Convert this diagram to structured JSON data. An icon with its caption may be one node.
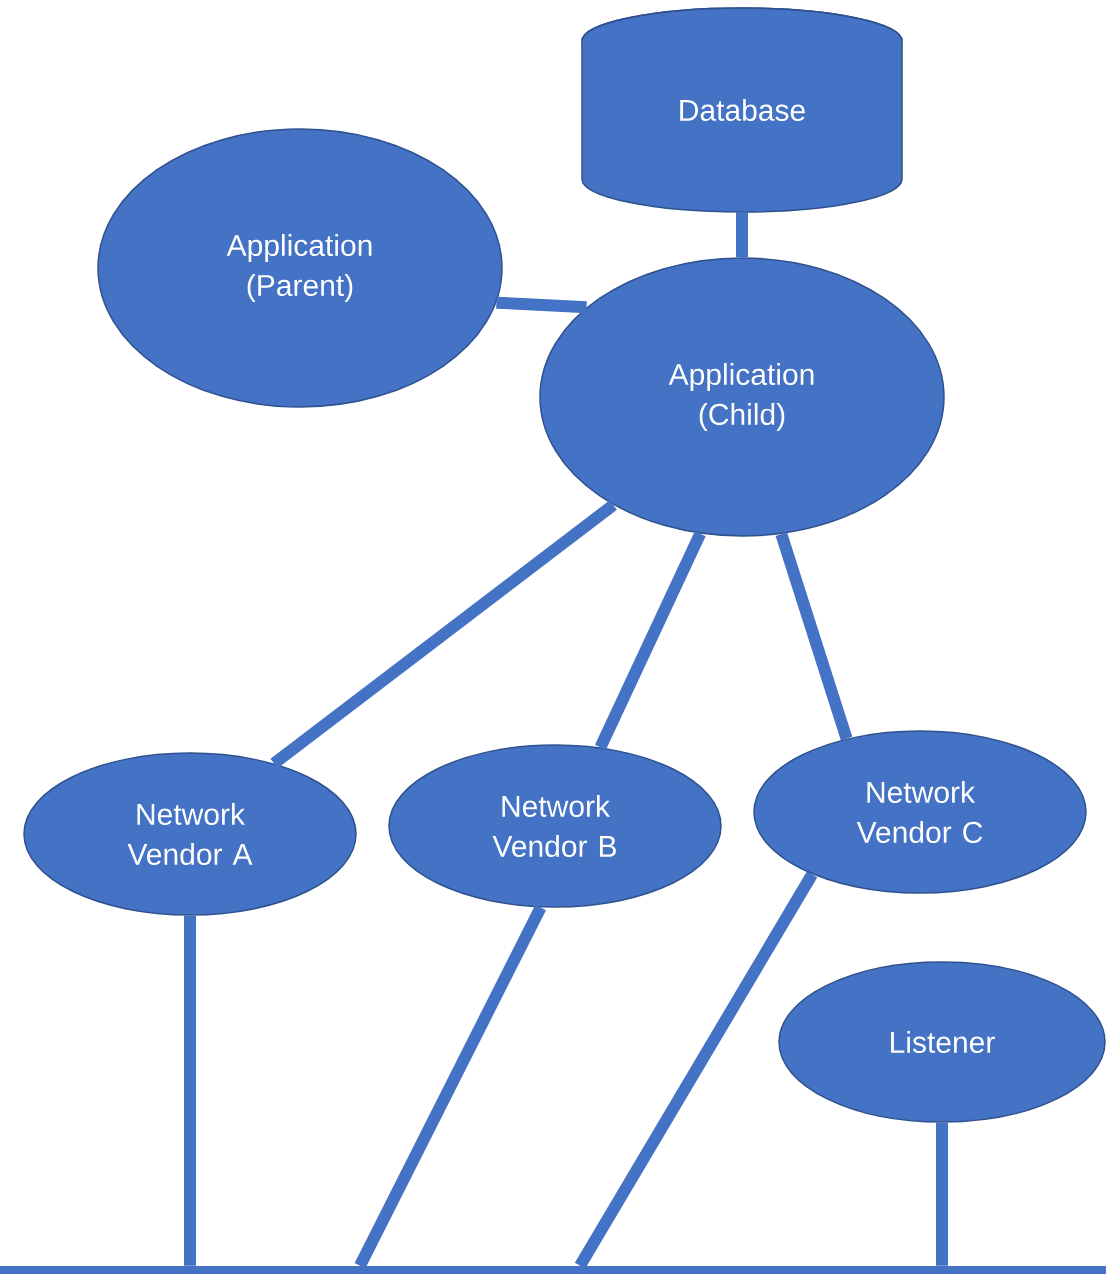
{
  "diagram": {
    "nodes": [
      {
        "text": [
          "Database"
        ]
      },
      {
        "text": [
          "Application (Parent)"
        ]
      },
      {
        "text": [
          "Application (Child)"
        ]
      },
      {
        "text": [
          "Network Vendor A"
        ]
      },
      {
        "text": [
          "Network Vendor B"
        ]
      },
      {
        "text": [
          "Network Vendor C"
        ]
      },
      {
        "text": [
          "Listener"
        ]
      },
      {
        "text": [],
        "shape": "bar"
      }
    ],
    "edges": [
      {
        "from": 0,
        "to": 2,
        "arrow": "none"
      },
      {
        "from": 1,
        "to": 2,
        "arrow": "none"
      },
      {
        "from": 2,
        "to": 3,
        "arrow": "none"
      },
      {
        "from": 2,
        "to": 4,
        "arrow": "none"
      },
      {
        "from": 2,
        "to": 5,
        "arrow": "none"
      },
      {
        "from": 3,
        "to": 7,
        "arrow": "none"
      },
      {
        "from": 4,
        "to": 7,
        "arrow": "none"
      },
      {
        "from": 5,
        "to": 7,
        "arrow": "none"
      },
      {
        "from": 6,
        "to": 7,
        "arrow": "none"
      }
    ]
  }
}
